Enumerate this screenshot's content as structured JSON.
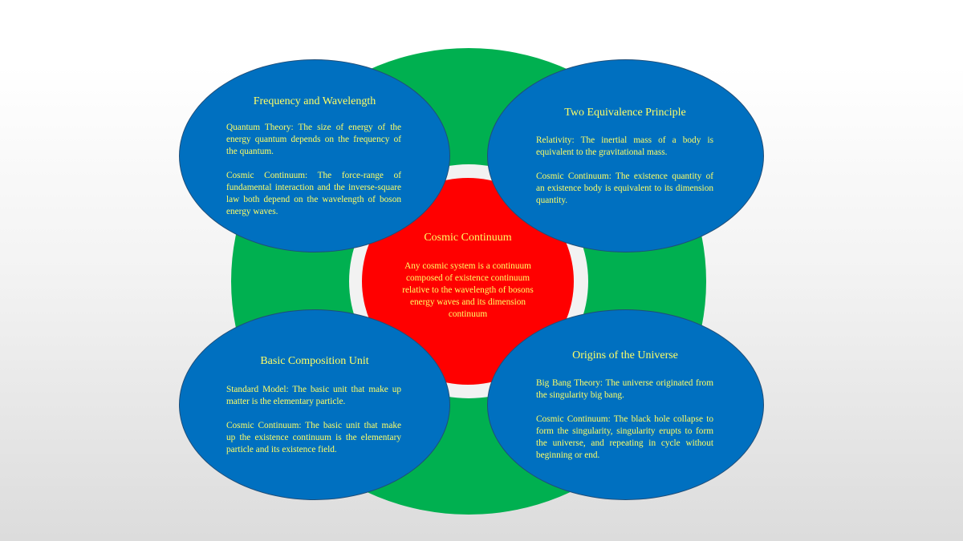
{
  "center": {
    "title": "Cosmic Continuum",
    "body": "Any cosmic system is a continuum composed of existence continuum relative to the wavelength of bosons energy waves and its dimension continuum"
  },
  "petals": {
    "top_left": {
      "title": "Frequency and Wavelength",
      "p1": "Quantum Theory: The size of  energy of the energy quantum depends on the frequency of the quantum.",
      "p2": "Cosmic Continuum: The force-range of fundamental interaction and the inverse-square law both depend on the wavelength of boson energy waves."
    },
    "top_right": {
      "title": "Two Equivalence Principle",
      "p1": "Relativity: The inertial mass of a body is equivalent to the gravitational mass.",
      "p2": "Cosmic Continuum: The existence quantity of an existence body is equivalent to its dimension quantity."
    },
    "bottom_left": {
      "title": "Basic Composition Unit",
      "p1": "Standard Model: The basic unit that make up matter is the elementary particle.",
      "p2": "Cosmic Continuum: The basic unit that make up the existence continuum is the elementary particle and its existence field."
    },
    "bottom_right": {
      "title": "Origins of the Universe",
      "p1": "Big Bang Theory: The universe originated from the singularity big bang.",
      "p2": "Cosmic Continuum: The black hole collapse to form the singularity, singularity erupts to form the universe, and repeating in cycle without beginning or end."
    }
  },
  "colors": {
    "background": "#ffffff",
    "ring": "#00b050",
    "core": "#ff0000",
    "petal": "#0070c0",
    "text": "#ffff66"
  }
}
